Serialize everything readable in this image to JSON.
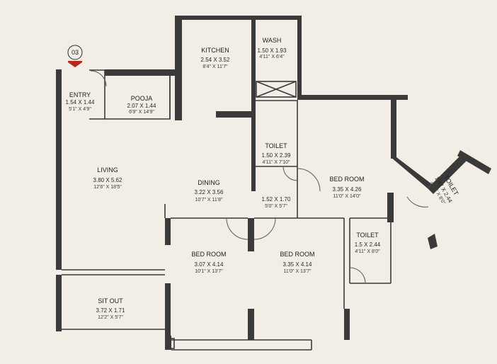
{
  "marker": {
    "number": "03",
    "arrow_color": "#b42a1e"
  },
  "rooms": [
    {
      "key": "entry",
      "name": "ENTRY",
      "dim_m": "1.54 X 1.44",
      "dim_ft": "5'1\" X 4'9\""
    },
    {
      "key": "pooja",
      "name": "POOJA",
      "dim_m": "2.07 X 1.44",
      "dim_ft": "6'9\" X 14'9\""
    },
    {
      "key": "kitchen",
      "name": "KITCHEN",
      "dim_m": "2.54 X 3.52",
      "dim_ft": "8'4\" X 11'7\""
    },
    {
      "key": "wash",
      "name": "WASH",
      "dim_m": "1.50 X 1.93",
      "dim_ft": "4'11\" X 6'4\""
    },
    {
      "key": "living",
      "name": "LIVING",
      "dim_m": "3.80 X 5.62",
      "dim_ft": "12'6\" X 18'5\""
    },
    {
      "key": "dining",
      "name": "DINING",
      "dim_m": "3.22 X 3.56",
      "dim_ft": "10'7\" X 11'8\""
    },
    {
      "key": "toilet1",
      "name": "TOILET",
      "dim_m": "1.50 X 2.39",
      "dim_ft": "4'11\" X 7'10\""
    },
    {
      "key": "passage",
      "name": "",
      "dim_m": "1.52 X 1.70",
      "dim_ft": "5'0\" X 5'7\""
    },
    {
      "key": "bed1",
      "name": "BED ROOM",
      "dim_m": "3.35 X 4.26",
      "dim_ft": "11'0\" X 14'0\""
    },
    {
      "key": "toilet2",
      "name": "TOILET",
      "dim_m": "1.47 X 2.44",
      "dim_ft": "4'10\" X 8'0\""
    },
    {
      "key": "toilet3",
      "name": "TOILET",
      "dim_m": "1.5 X 2.44",
      "dim_ft": "4'11\" X 8'0\""
    },
    {
      "key": "bed2",
      "name": "BED ROOM",
      "dim_m": "3.07 X 4.14",
      "dim_ft": "10'1\" X 13'7\""
    },
    {
      "key": "bed3",
      "name": "BED ROOM",
      "dim_m": "3.35 X 4.14",
      "dim_ft": "11'0\" X 13'7\""
    },
    {
      "key": "sitout",
      "name": "SIT OUT",
      "dim_m": "3.72 X 1.71",
      "dim_ft": "12'2\" X 5'7\""
    }
  ],
  "colors": {
    "background": "#f2ede5",
    "wall": "#3a3a3a"
  }
}
